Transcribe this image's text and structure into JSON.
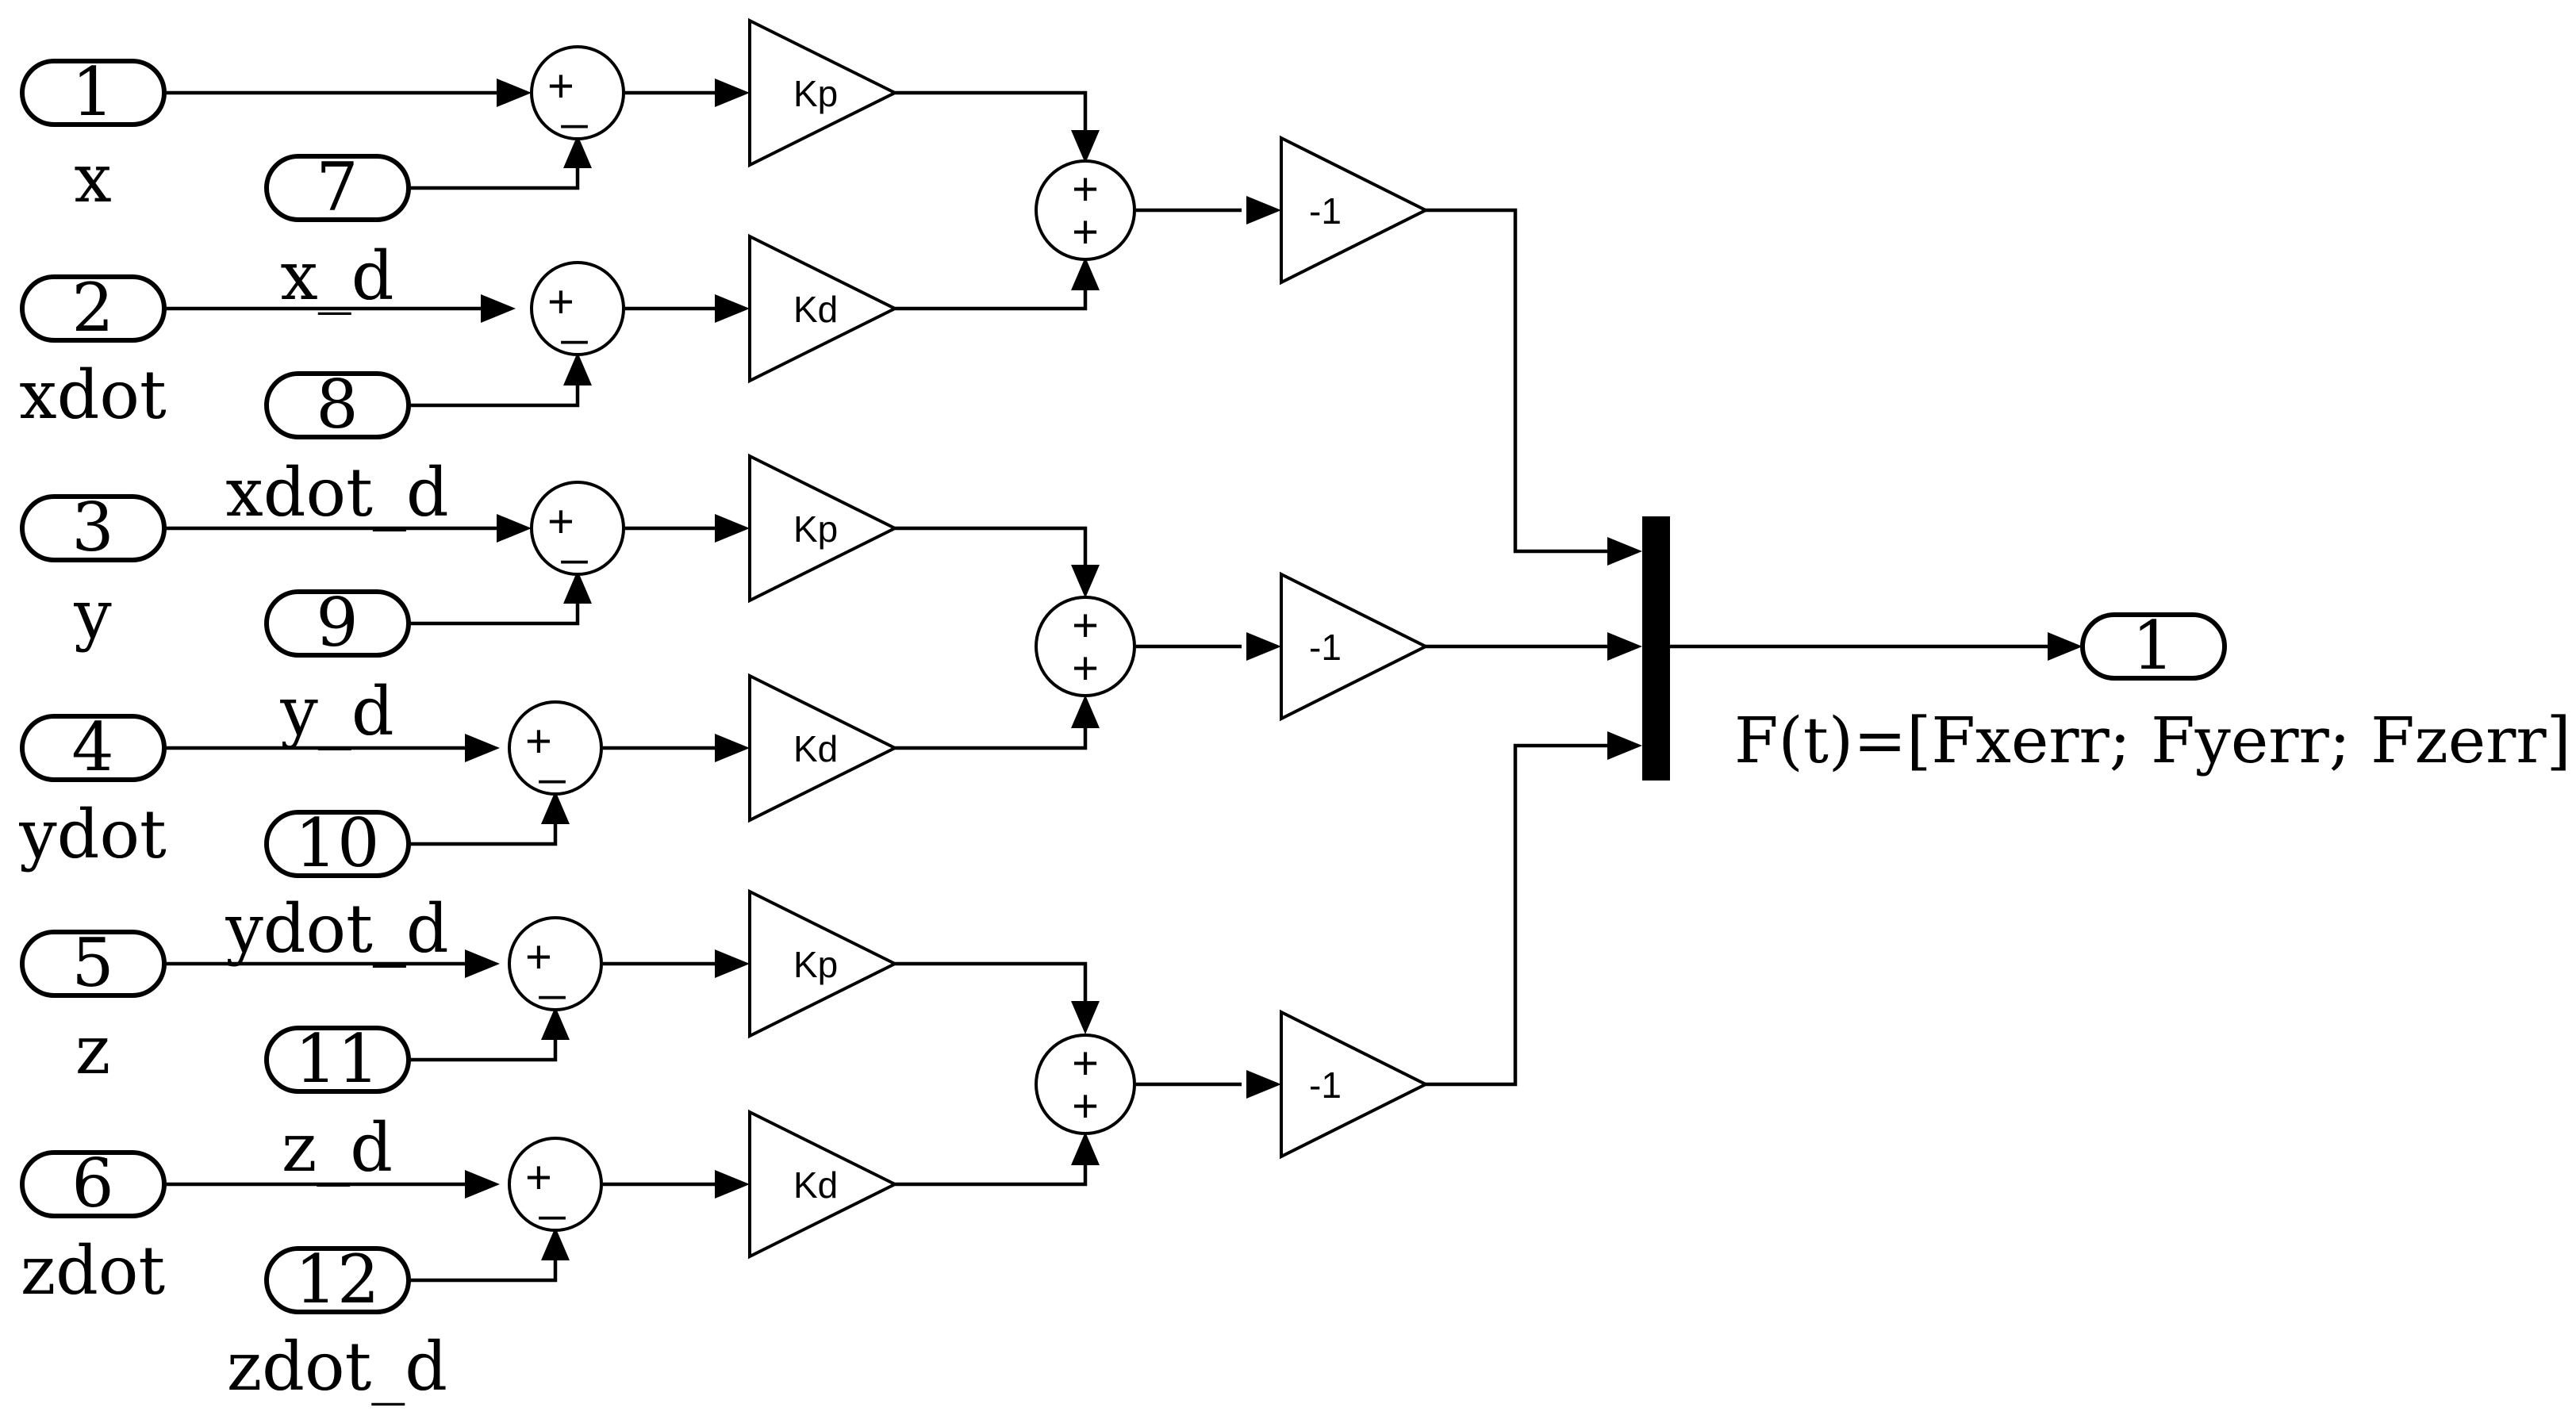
{
  "inports": [
    {
      "num": "1",
      "label": "x"
    },
    {
      "num": "2",
      "label": "xdot"
    },
    {
      "num": "3",
      "label": "y"
    },
    {
      "num": "4",
      "label": "ydot"
    },
    {
      "num": "5",
      "label": "z"
    },
    {
      "num": "6",
      "label": "zdot"
    },
    {
      "num": "7",
      "label": "x_d"
    },
    {
      "num": "8",
      "label": "xdot_d"
    },
    {
      "num": "9",
      "label": "y_d"
    },
    {
      "num": "10",
      "label": "ydot_d"
    },
    {
      "num": "11",
      "label": "z_d"
    },
    {
      "num": "12",
      "label": "zdot_d"
    }
  ],
  "gains": [
    "Kp",
    "Kd",
    "Kp",
    "Kd",
    "Kp",
    "Kd"
  ],
  "negate_gains": [
    "-1",
    "-1",
    "-1"
  ],
  "subtract_signs": {
    "plus": "+",
    "minus": "_"
  },
  "add_signs": {
    "top": "+",
    "bottom": "+"
  },
  "outport": {
    "num": "1",
    "label": "F(t)=[Fxerr; Fyerr; Fzerr]"
  }
}
